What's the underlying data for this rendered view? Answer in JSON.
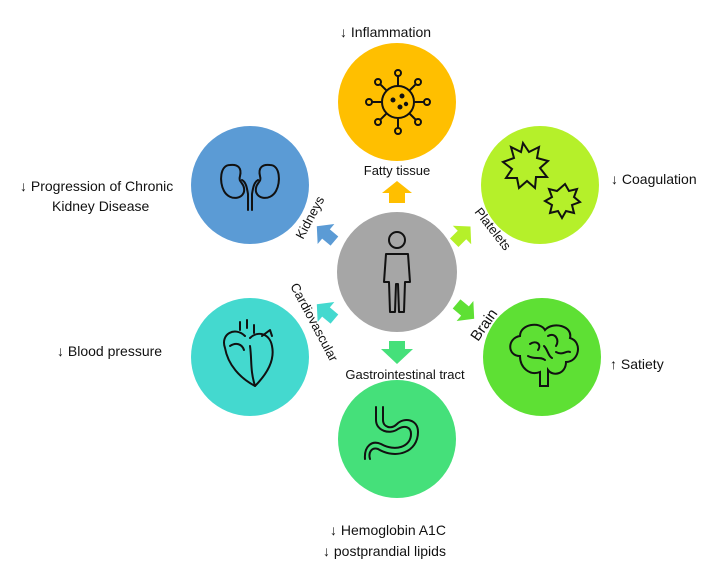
{
  "center": {
    "icon": "person-icon",
    "color": "#a6a6a6"
  },
  "organs": [
    {
      "id": "fatty-tissue",
      "label": "Fatty tissue",
      "icon": "virus-cell-icon",
      "color": "#ffbf00",
      "arrow_color": "#ffbf00"
    },
    {
      "id": "platelets",
      "label": "Platelets",
      "icon": "platelet-icon",
      "color": "#b5f02a",
      "arrow_color": "#b5f02a"
    },
    {
      "id": "brain",
      "label": "Brain",
      "icon": "brain-icon",
      "color": "#5ee034",
      "arrow_color": "#5ee034"
    },
    {
      "id": "gi-tract",
      "label": "Gastrointestinal tract",
      "icon": "stomach-icon",
      "color": "#45e07a",
      "arrow_color": "#45e07a"
    },
    {
      "id": "cardiovascular",
      "label": "Cardiovascular",
      "icon": "heart-icon",
      "color": "#44d9cf",
      "arrow_color": "#44d9cf"
    },
    {
      "id": "kidneys",
      "label": "Kidneys",
      "icon": "kidney-icon",
      "color": "#5b9bd5",
      "arrow_color": "#5b9bd5"
    }
  ],
  "outcomes": {
    "inflammation": "↓ Inflammation",
    "coagulation": "↓ Coagulation",
    "satiety": "↑ Satiety",
    "hba1c": "↓ Hemoglobin A1C",
    "lipids": "↓ postprandial lipids",
    "blood_pressure": "↓ Blood pressure",
    "ckd_line1": "↓ Progression of Chronic",
    "ckd_line2": "Kidney Disease"
  }
}
